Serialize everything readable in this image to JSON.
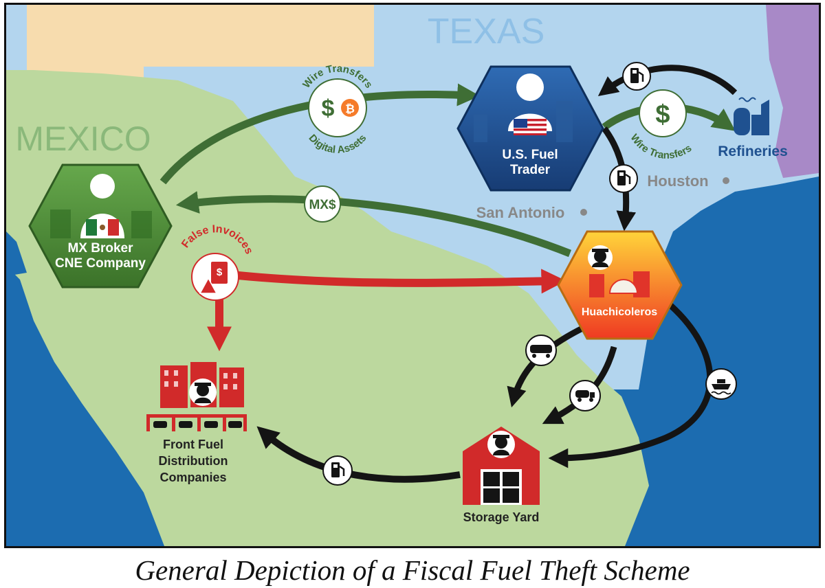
{
  "regions": {
    "texas": "TEXAS",
    "mexico": "MEXICO"
  },
  "cities": {
    "houston": "Houston",
    "san_antonio": "San Antonio"
  },
  "nodes": {
    "mx_broker": {
      "line1": "MX Broker",
      "line2": "CNE Company"
    },
    "us_trader": {
      "line1": "U.S. Fuel",
      "line2": "Trader"
    },
    "refineries": "Refineries",
    "huachicoleros": "Huachicoleros",
    "front_fuel": {
      "line1": "Front Fuel",
      "line2": "Distribution",
      "line3": "Companies"
    },
    "storage_yard": "Storage Yard"
  },
  "flows": {
    "wire_transfers_top": "Wire Transfers",
    "digital_assets": "Digital Assets",
    "wire_transfers_right": "Wire Transfers",
    "mx_peso": "MX$",
    "false_invoices": "False Invoices"
  },
  "caption": "General Depiction of a Fiscal Fuel Theft Scheme",
  "colors": {
    "mexico_land": "#bcd89e",
    "texas_land": "#b3d5ee",
    "ocean": "#1c6cb0",
    "green_flow": "#3f6e35",
    "red_flow": "#d12a2a",
    "us_node": "#1f5190",
    "mx_node": "#4f8d3a",
    "huachi_node": "#f19b1a"
  }
}
